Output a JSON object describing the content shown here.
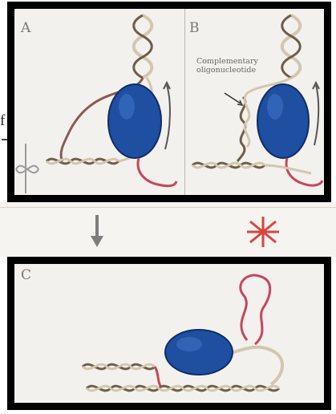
{
  "panels": {
    "a": {
      "label": "A"
    },
    "b": {
      "label": "B",
      "callout": "Complementary oligonucleotide"
    },
    "c": {
      "label": "C"
    }
  },
  "stray_text": "f",
  "colors": {
    "protein_blue": "#1e4fa0",
    "dna_strand_light": "#d2c7ae",
    "dna_strand_dark": "#6e5e48",
    "rna_tail_red": "#c8465a",
    "arrow_gray": "#7d7d7d",
    "blocked_red": "#d9463c",
    "frame": "#000000"
  },
  "icons": [
    "down-arrow-icon",
    "blocked-star-icon",
    "curved-arrow-icon"
  ]
}
